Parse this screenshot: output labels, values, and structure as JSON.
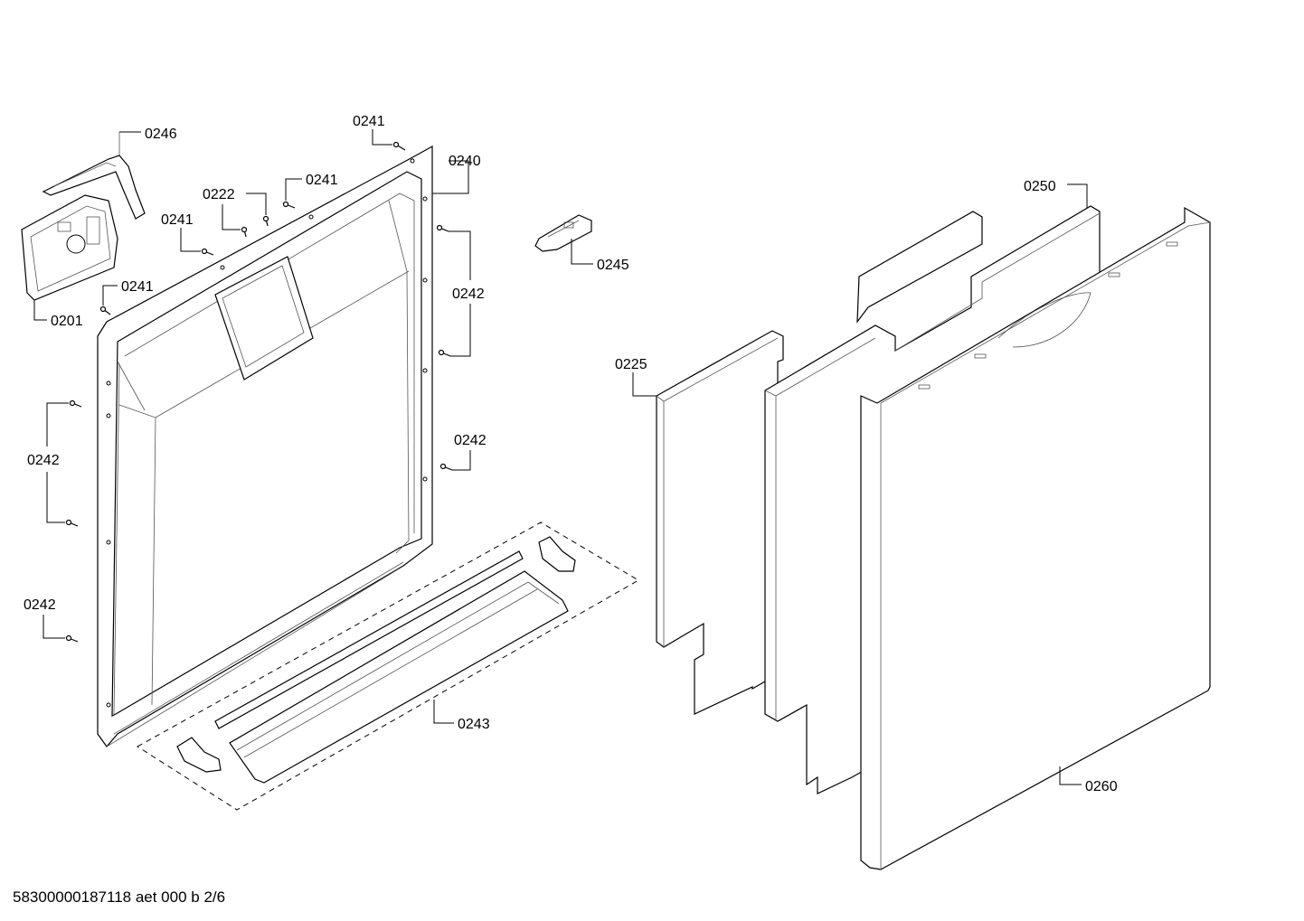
{
  "labels": {
    "l0246": "0246",
    "l0241a": "0241",
    "l0240": "0240",
    "l0222": "0222",
    "l0241b": "0241",
    "l0241c": "0241",
    "l0201": "0201",
    "l0241d": "0241",
    "l0242a": "0242",
    "l0242b": "0242",
    "l0242c": "0242",
    "l0242d": "0242",
    "l0245": "0245",
    "l0243": "0243",
    "l0225": "0225",
    "l0250": "0250",
    "l0260": "0260"
  },
  "footer": "58300000187118 aet 000 b 2/6"
}
